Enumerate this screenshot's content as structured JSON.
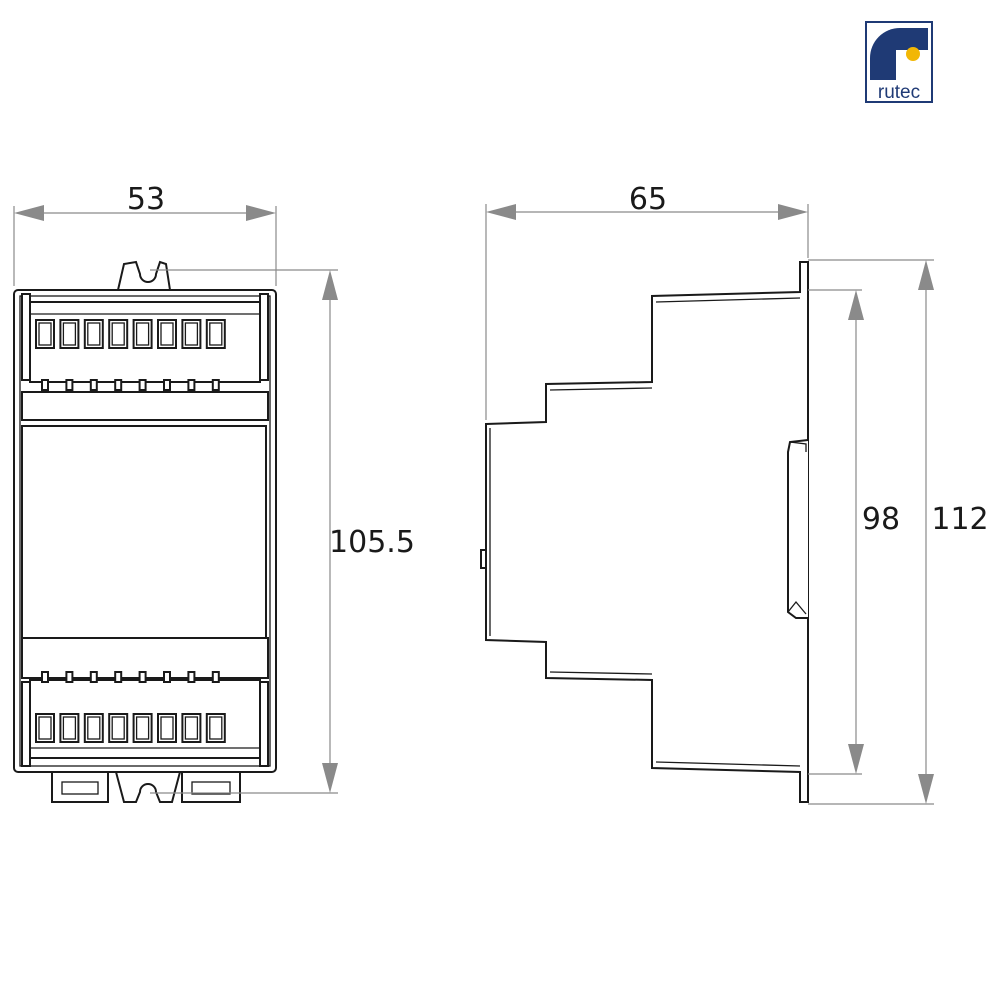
{
  "logo": {
    "text": "rutec",
    "colors": {
      "brand": "#1f3a75",
      "accent": "#f2b705"
    }
  },
  "front_view": {
    "width_label": "53",
    "height_label": "105.5",
    "terminal_count_per_row": 8
  },
  "side_view": {
    "depth_label": "65",
    "inner_height_label": "98",
    "total_height_label": "112"
  },
  "colors": {
    "outline": "#1a1a1a",
    "dimension": "#8a8a8a"
  }
}
